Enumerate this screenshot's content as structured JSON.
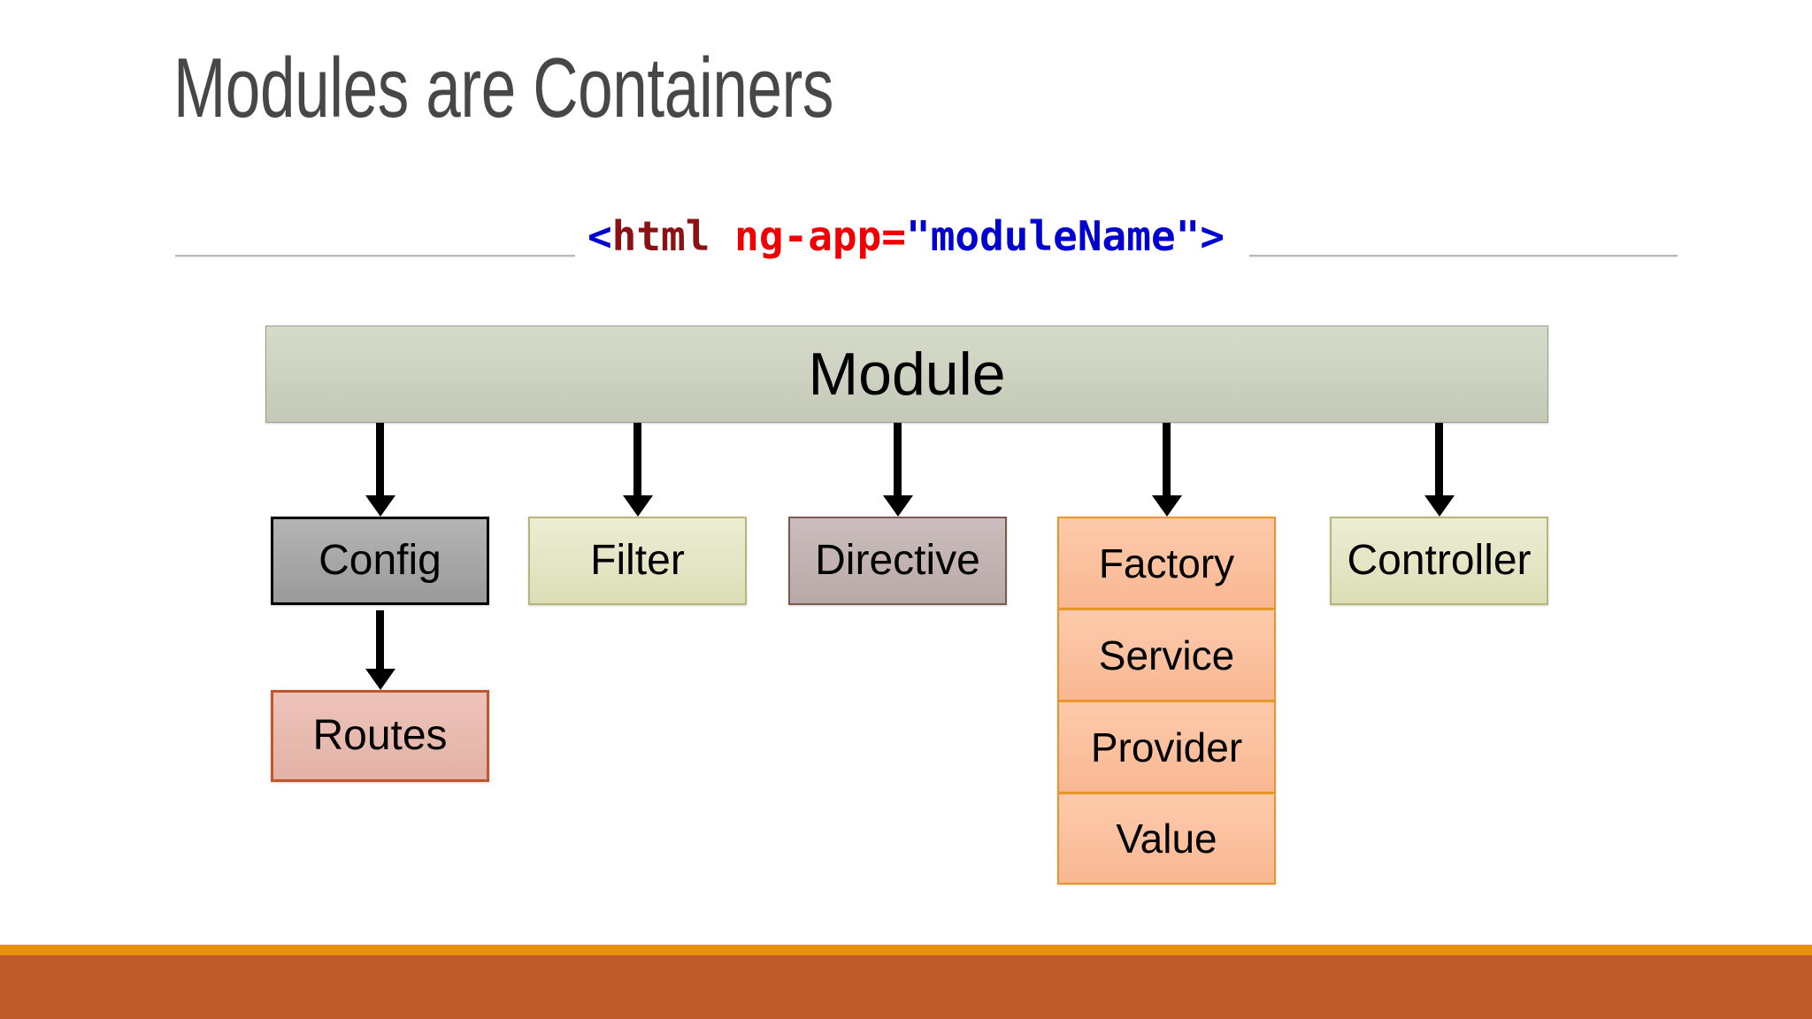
{
  "slide": {
    "title": "Modules are Containers",
    "background_color": "#ffffff"
  },
  "code_snippet": {
    "full_text": "<html ng-app=\"moduleName\">",
    "open_angle": "<",
    "tag_name": "html",
    "attribute": " ng-app=",
    "attribute_value": "\"moduleName\"",
    "close_angle": ">",
    "colors": {
      "angle": "#0000D0",
      "tag": "#8B1212",
      "attribute": "#F00000",
      "value": "#0000D0"
    }
  },
  "diagram": {
    "type": "hierarchy",
    "root": {
      "label": "Module",
      "fill": "#ccd1c0",
      "border": "#9aa08c"
    },
    "children": [
      {
        "label": "Config",
        "fill": "#a6a6a6",
        "border": "#000000"
      },
      {
        "label": "Filter",
        "fill": "#e4e5c4",
        "border": "#b5b77a"
      },
      {
        "label": "Directive",
        "fill": "#c2b2b2",
        "border": "#7a5a50"
      },
      {
        "label": "Factory",
        "fill": "#fbc09e",
        "border": "#e8952a"
      },
      {
        "label": "Controller",
        "fill": "#e4e5c4",
        "border": "#b5b77a"
      }
    ],
    "provider_stack": [
      {
        "label": "Factory",
        "fill": "#fbc09e",
        "border": "#e8952a"
      },
      {
        "label": "Service",
        "fill": "#fbc09e",
        "border": "#e8952a"
      },
      {
        "label": "Provider",
        "fill": "#fbc09e",
        "border": "#e8952a"
      },
      {
        "label": "Value",
        "fill": "#fbc09e",
        "border": "#e8952a"
      }
    ],
    "config_child": {
      "label": "Routes",
      "fill": "#e8baaf",
      "border": "#c0562c"
    }
  },
  "footer": {
    "stripe_color": "#e8920c",
    "band_color": "#bd5a2a"
  }
}
